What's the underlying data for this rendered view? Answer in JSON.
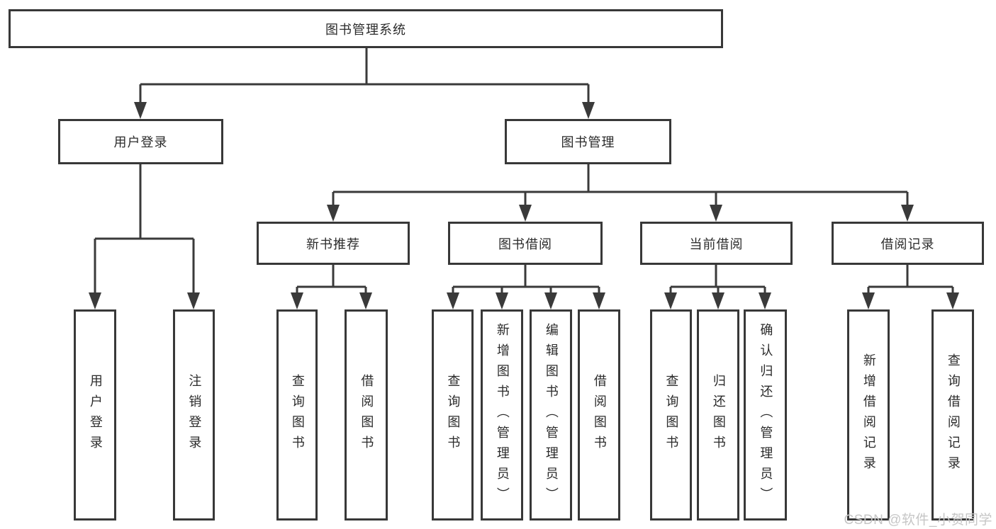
{
  "diagram": {
    "root": {
      "label": "图书管理系统"
    },
    "branches": [
      {
        "label": "用户登录",
        "leaves": [
          {
            "label": "用户登录"
          },
          {
            "label": "注销登录"
          }
        ]
      },
      {
        "label": "图书管理",
        "groups": [
          {
            "label": "新书推荐",
            "leaves": [
              {
                "label": "查询图书"
              },
              {
                "label": "借阅图书"
              }
            ]
          },
          {
            "label": "图书借阅",
            "leaves": [
              {
                "label": "查询图书"
              },
              {
                "label": "新增图书（管理员）"
              },
              {
                "label": "编辑图书（管理员）"
              },
              {
                "label": "借阅图书"
              }
            ]
          },
          {
            "label": "当前借阅",
            "leaves": [
              {
                "label": "查询图书"
              },
              {
                "label": "归还图书"
              },
              {
                "label": "确认归还（管理员）"
              }
            ]
          },
          {
            "label": "借阅记录",
            "leaves": [
              {
                "label": "新增借阅记录"
              },
              {
                "label": "查询借阅记录"
              }
            ]
          }
        ]
      }
    ]
  },
  "watermark": {
    "text": "CSDN @软件_小贺同学"
  },
  "colors": {
    "line": "#3a3a3a",
    "box_border": "#383838",
    "text": "#2b2b2b",
    "watermark": "#c6c6c6",
    "background": "#ffffff"
  }
}
